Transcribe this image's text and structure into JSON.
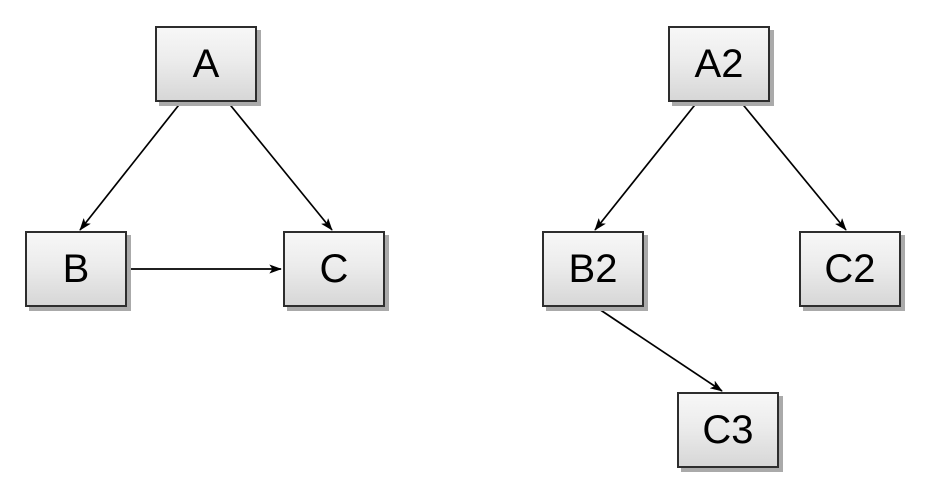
{
  "page": {
    "background_color": "#ffffff"
  },
  "colors": {
    "node_border": "#2d2d2d",
    "node_fill_top": "#f7f7f7",
    "node_fill_bottom": "#d7d7d7",
    "node_shadow": "#aaaaaa",
    "edge_stroke": "#000000",
    "label_text": "#000000"
  },
  "diagrams": [
    {
      "name": "left-graph",
      "nodes": [
        {
          "id": "A",
          "label": "A"
        },
        {
          "id": "B",
          "label": "B"
        },
        {
          "id": "C",
          "label": "C"
        }
      ],
      "edges": [
        {
          "from": "A",
          "to": "B",
          "arrow": "filled-triangle"
        },
        {
          "from": "A",
          "to": "C",
          "arrow": "filled-triangle"
        },
        {
          "from": "B",
          "to": "C",
          "arrow": "filled-triangle"
        }
      ]
    },
    {
      "name": "right-graph",
      "nodes": [
        {
          "id": "A2",
          "label": "A2"
        },
        {
          "id": "B2",
          "label": "B2"
        },
        {
          "id": "C2",
          "label": "C2"
        },
        {
          "id": "C3",
          "label": "C3"
        }
      ],
      "edges": [
        {
          "from": "A2",
          "to": "B2",
          "arrow": "filled-triangle"
        },
        {
          "from": "A2",
          "to": "C2",
          "arrow": "filled-triangle"
        },
        {
          "from": "B2",
          "to": "C3",
          "arrow": "filled-triangle"
        }
      ]
    }
  ]
}
